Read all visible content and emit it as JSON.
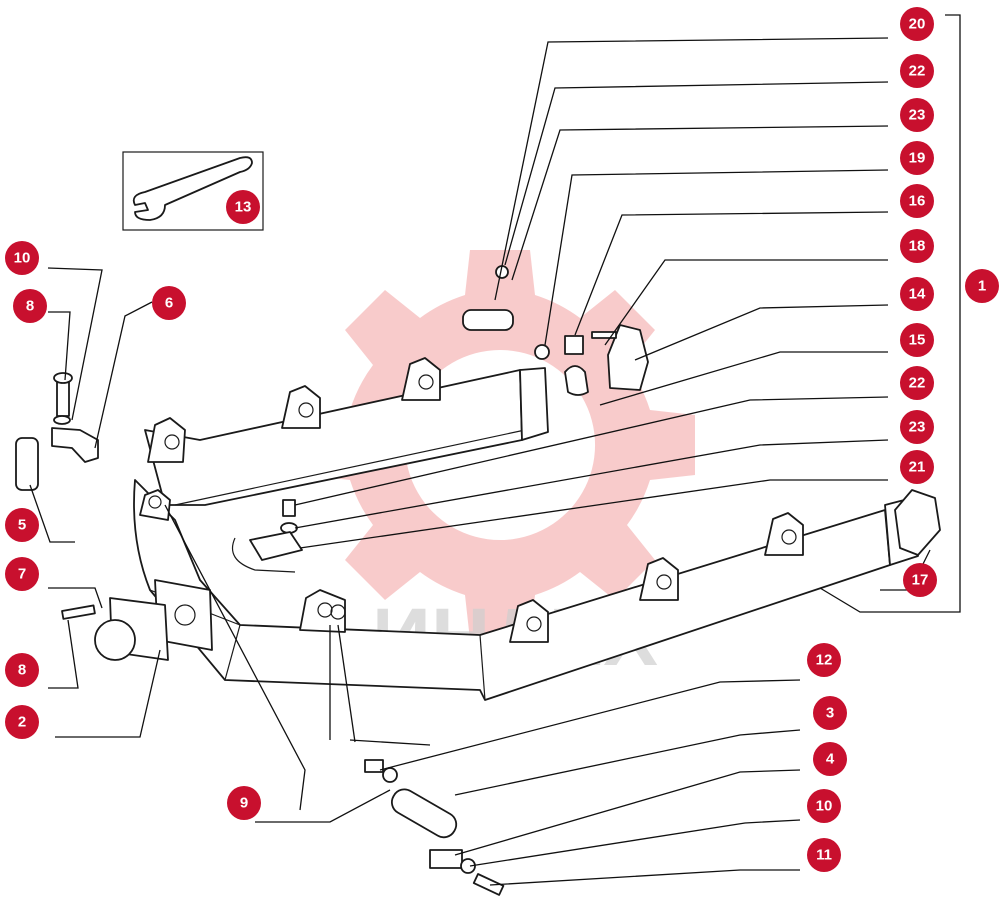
{
  "watermark": {
    "text": "ИНДЕХ",
    "color": "#f2a0a0"
  },
  "colors": {
    "callout": "#c8102e",
    "line": "#111111",
    "background": "#ffffff"
  },
  "callouts": [
    {
      "id": "c-20",
      "label": "20"
    },
    {
      "id": "c-22a",
      "label": "22"
    },
    {
      "id": "c-23a",
      "label": "23"
    },
    {
      "id": "c-19",
      "label": "19"
    },
    {
      "id": "c-16",
      "label": "16"
    },
    {
      "id": "c-18",
      "label": "18"
    },
    {
      "id": "c-14",
      "label": "14"
    },
    {
      "id": "c-15",
      "label": "15"
    },
    {
      "id": "c-22b",
      "label": "22"
    },
    {
      "id": "c-23b",
      "label": "23"
    },
    {
      "id": "c-21",
      "label": "21"
    },
    {
      "id": "c-1",
      "label": "1"
    },
    {
      "id": "c-17",
      "label": "17"
    },
    {
      "id": "c-13",
      "label": "13"
    },
    {
      "id": "c-10a",
      "label": "10"
    },
    {
      "id": "c-8a",
      "label": "8"
    },
    {
      "id": "c-6",
      "label": "6"
    },
    {
      "id": "c-5",
      "label": "5"
    },
    {
      "id": "c-7",
      "label": "7"
    },
    {
      "id": "c-8b",
      "label": "8"
    },
    {
      "id": "c-2",
      "label": "2"
    },
    {
      "id": "c-9",
      "label": "9"
    },
    {
      "id": "c-12",
      "label": "12"
    },
    {
      "id": "c-3",
      "label": "3"
    },
    {
      "id": "c-4",
      "label": "4"
    },
    {
      "id": "c-10b",
      "label": "10"
    },
    {
      "id": "c-11",
      "label": "11"
    }
  ]
}
